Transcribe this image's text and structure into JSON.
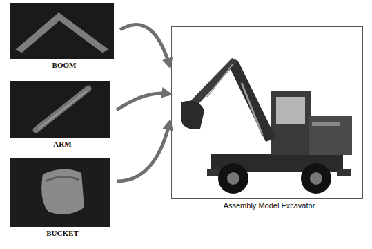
{
  "diagram": {
    "nodes": [
      {
        "text": [
          "BOOM"
        ]
      },
      {
        "text": [
          "ARM"
        ]
      },
      {
        "text": [
          "BUCKET"
        ]
      },
      {
        "text": [
          "Assembly Model Excavator"
        ]
      }
    ],
    "edges": [
      {
        "from": 0,
        "to": 3,
        "arrow": "to"
      },
      {
        "from": 1,
        "to": 3,
        "arrow": "to"
      },
      {
        "from": 2,
        "to": 3,
        "arrow": "to"
      }
    ]
  }
}
